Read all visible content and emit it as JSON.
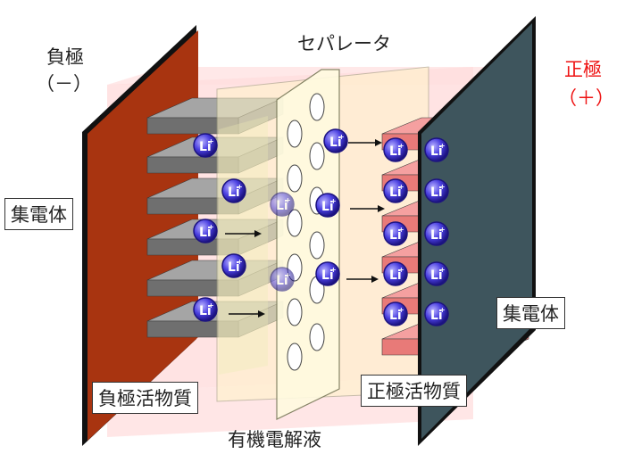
{
  "labels": {
    "anode": "負極",
    "anode_sign": "（－）",
    "cathode": "正極",
    "cathode_sign": "（＋）",
    "separator": "セパレータ",
    "collector_left": "集電体",
    "collector_right": "集電体",
    "anode_material": "負極活物質",
    "cathode_material": "正極活物質",
    "electrolyte": "有機電解液"
  },
  "ion": {
    "symbol": "Li",
    "charge": "+"
  },
  "colors": {
    "anode_plate": "#a83410",
    "cathode_plate": "#4a6670",
    "anode_fins": "#858585",
    "cathode_fins": "#e87a78",
    "separator": "#fffbe0",
    "electrolyte": "#ffcccc",
    "ion": "#3a2fd0",
    "cathode_label": "#ee1111"
  }
}
